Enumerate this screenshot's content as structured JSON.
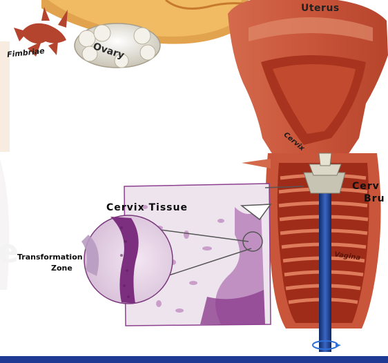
{
  "labels": {
    "uterus": "Uterus",
    "fimbriae": "Fimbriae",
    "ovary": "Ovary",
    "cervix": "Cervix",
    "cervix_tissue": "Cervix Tissue",
    "transformation_zone_line1": "Transformation",
    "transformation_zone_line2": "Zone",
    "cervix_brush_line1": "Cerv",
    "cervix_brush_line2": "Bru",
    "vagina": "Vagina"
  },
  "colors": {
    "uterus_wall": "#c9553a",
    "uterus_inner": "#a8341f",
    "ovary": "#e9e6dc",
    "tissue_bg": "#eee4ee",
    "tissue_stain": "#8d3f8f",
    "brush_handle": "#1e3f8a",
    "bottom_bar": "#1f3a93"
  }
}
